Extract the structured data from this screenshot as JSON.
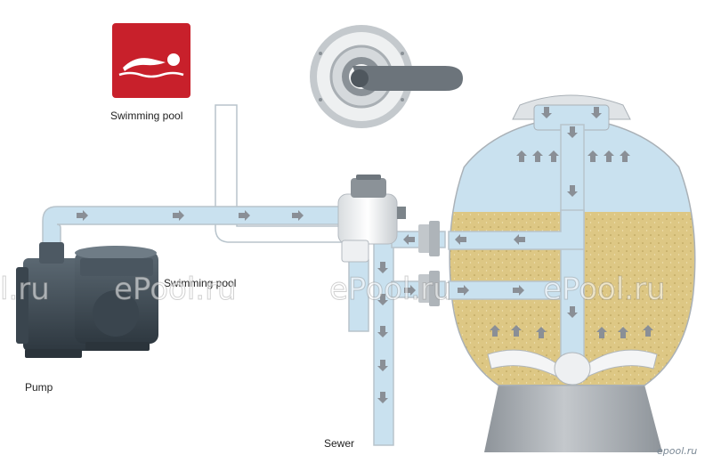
{
  "labels": {
    "pool_top": "Swimming pool",
    "pool_return": "Swimming pool",
    "pump": "Pump",
    "sewer": "Sewer"
  },
  "watermarks": [
    "l.ru",
    "ePool.ru",
    "ePool.ru",
    "ePool.ru"
  ],
  "corner_mark": "epool.ru",
  "icons": {
    "pool_sign": "swimmer-icon",
    "valve_handle": "valve-handle-icon",
    "flow": "arrow-icon"
  },
  "colors": {
    "sign_red": "#c8202b",
    "water": "#c9e1ef",
    "sand": "#ddc784",
    "pipe_outline": "#b8c4cc",
    "arrow": "#8a8f96",
    "pump": "#3f4b55",
    "base": "#9ea4aa"
  }
}
